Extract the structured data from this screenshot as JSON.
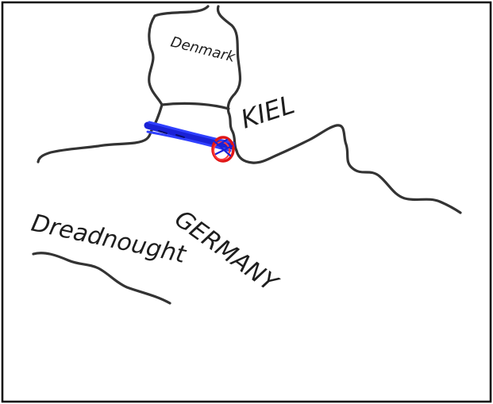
{
  "labels": {
    "denmark": "Denmark",
    "kiel": "KIEL",
    "dreadnought": "Dreadnought",
    "germany": "GERMANY"
  },
  "colors": {
    "ink": "#1e1e1e",
    "canal": "#1a22d6",
    "marker": "#e01616",
    "frame": "#000000",
    "background": "#ffffff"
  },
  "icons": {
    "marker": "circle-marker-icon"
  }
}
